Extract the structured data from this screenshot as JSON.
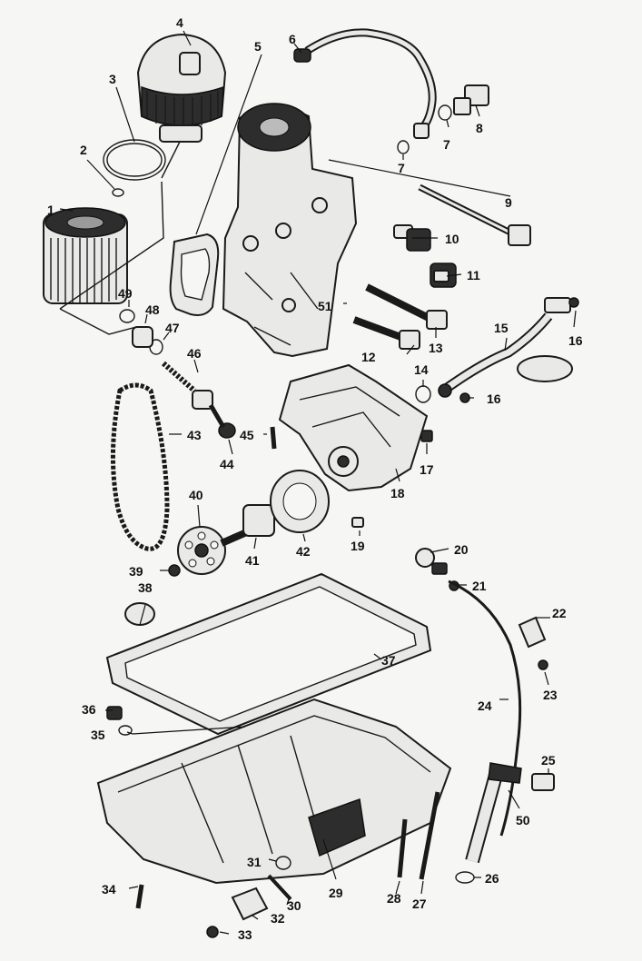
{
  "callouts": [
    {
      "label": "1"
    },
    {
      "label": "2"
    },
    {
      "label": "3"
    },
    {
      "label": "4"
    },
    {
      "label": "5"
    },
    {
      "label": "6"
    },
    {
      "label": "7"
    },
    {
      "label": "7"
    },
    {
      "label": "8"
    },
    {
      "label": "9"
    },
    {
      "label": "10"
    },
    {
      "label": "11"
    },
    {
      "label": "12"
    },
    {
      "label": "13"
    },
    {
      "label": "14"
    },
    {
      "label": "15"
    },
    {
      "label": "16"
    },
    {
      "label": "16"
    },
    {
      "label": "17"
    },
    {
      "label": "18"
    },
    {
      "label": "19"
    },
    {
      "label": "20"
    },
    {
      "label": "21"
    },
    {
      "label": "22"
    },
    {
      "label": "23"
    },
    {
      "label": "24"
    },
    {
      "label": "25"
    },
    {
      "label": "26"
    },
    {
      "label": "27"
    },
    {
      "label": "28"
    },
    {
      "label": "29"
    },
    {
      "label": "30"
    },
    {
      "label": "31"
    },
    {
      "label": "32"
    },
    {
      "label": "33"
    },
    {
      "label": "34"
    },
    {
      "label": "35"
    },
    {
      "label": "36"
    },
    {
      "label": "37"
    },
    {
      "label": "38"
    },
    {
      "label": "39"
    },
    {
      "label": "40"
    },
    {
      "label": "41"
    },
    {
      "label": "42"
    },
    {
      "label": "43"
    },
    {
      "label": "44"
    },
    {
      "label": "45"
    },
    {
      "label": "46"
    },
    {
      "label": "47"
    },
    {
      "label": "48"
    },
    {
      "label": "49"
    },
    {
      "label": "50"
    },
    {
      "label": "51"
    }
  ]
}
